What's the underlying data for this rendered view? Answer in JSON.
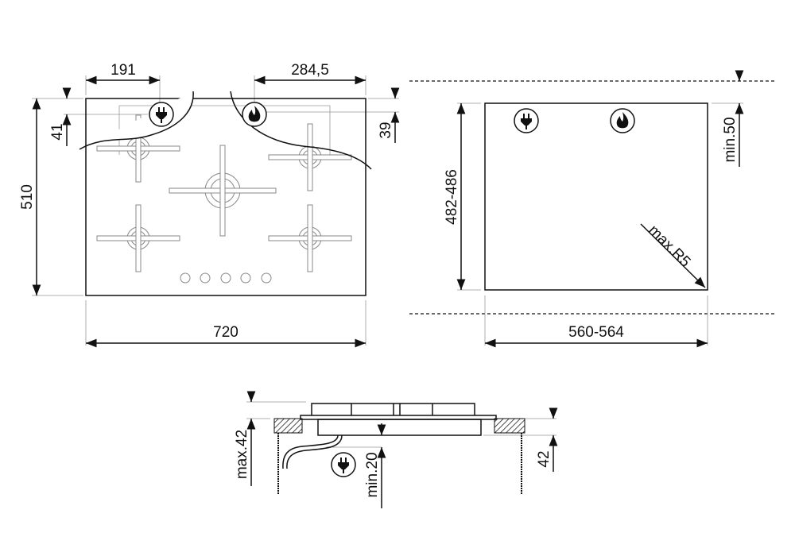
{
  "top_view": {
    "dim_plug_offset": "191",
    "dim_gas_offset": "284,5",
    "dim_plug_depth": "41",
    "dim_gas_depth": "39",
    "dim_depth": "510",
    "dim_width": "720"
  },
  "cutout_view": {
    "dim_depth": "482-486",
    "dim_min_rear": "min.50",
    "dim_radius": "max.R5",
    "dim_width": "560-564"
  },
  "side_view": {
    "dim_max_height": "max.42",
    "dim_min_clearance": "min.20",
    "dim_recess": "42"
  },
  "icons": [
    "plug-icon",
    "flame-icon"
  ]
}
